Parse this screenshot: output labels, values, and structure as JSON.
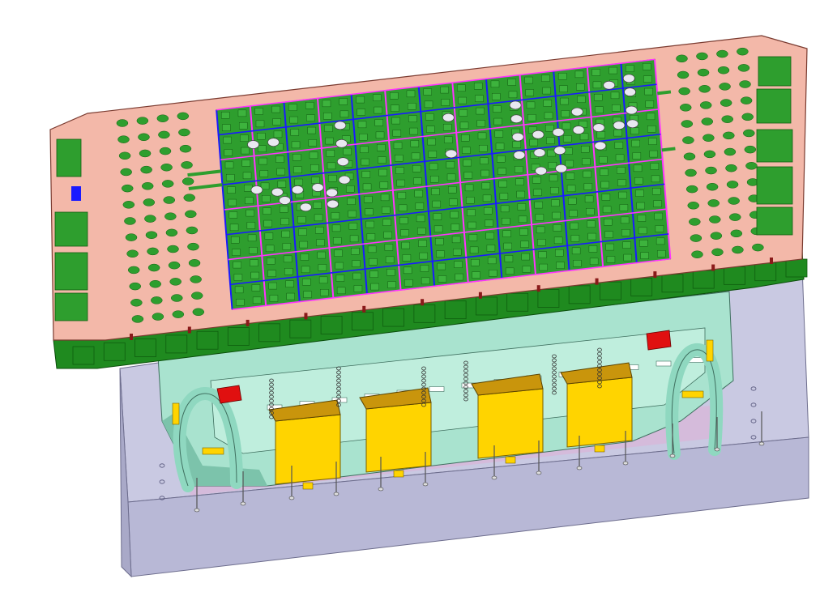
{
  "scene": {
    "subject": "cad-mold-assembly",
    "view": "isometric",
    "colors": {
      "background": "#ffffff",
      "base_block": "#c9c9e2",
      "base_block_dark": "#a9a9c8",
      "top_plate": "#f3b8a9",
      "top_plate_edge": "#d99585",
      "rib_green": "#1f8a1f",
      "rib_green_dark": "#0f5e0f",
      "cavity_green": "#2e9e2e",
      "channel_magenta": "#ff33ff",
      "channel_blue": "#1a1aff",
      "ejector_white": "#e8e8f0",
      "mint_frame": "#a9e3cf",
      "mint_frame_dark": "#7cc3ab",
      "yellow_block": "#ffd400",
      "yellow_block_top": "#c9950c",
      "red_marker": "#e01010",
      "dark_pins": "#8a1a1a"
    },
    "parts": [
      "base-block",
      "mint-support-frame",
      "ejector-yellow-blocks",
      "hose-loops",
      "top-mold-plate",
      "cooling-channel-grid"
    ],
    "counts": {
      "yellow_blocks": 4,
      "red_markers": 2,
      "ejector_pins_ovals": 36
    }
  }
}
